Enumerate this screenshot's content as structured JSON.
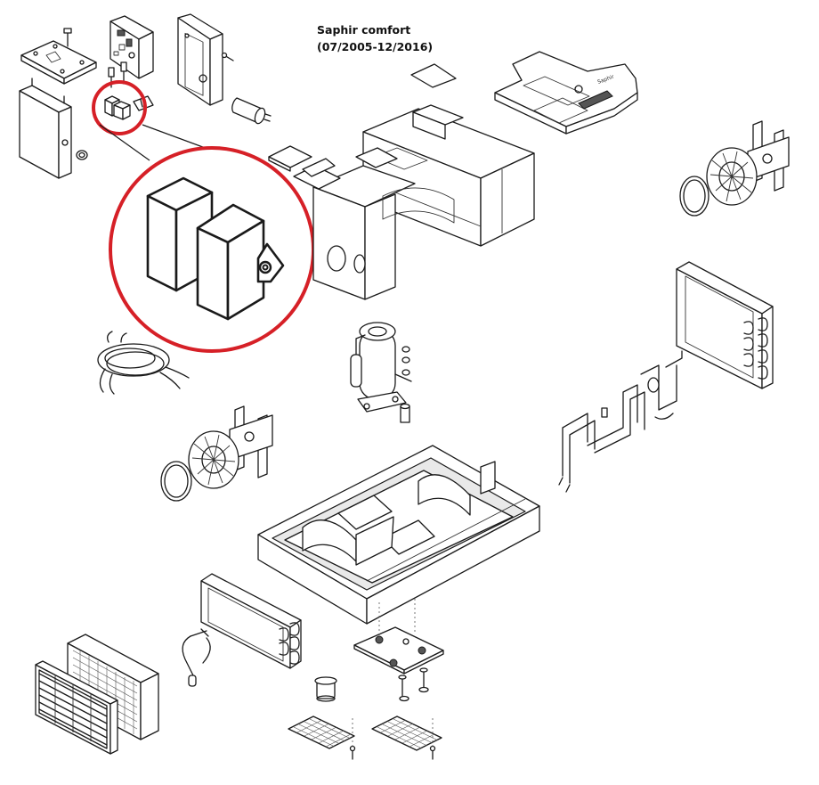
{
  "header": {
    "model": "Saphir comfort",
    "period": "(07/2005-12/2016)"
  },
  "callout": {
    "highlight_color": "#d62027",
    "line_color": "#1a1a1a",
    "highlighted_part": "relay-pair"
  }
}
